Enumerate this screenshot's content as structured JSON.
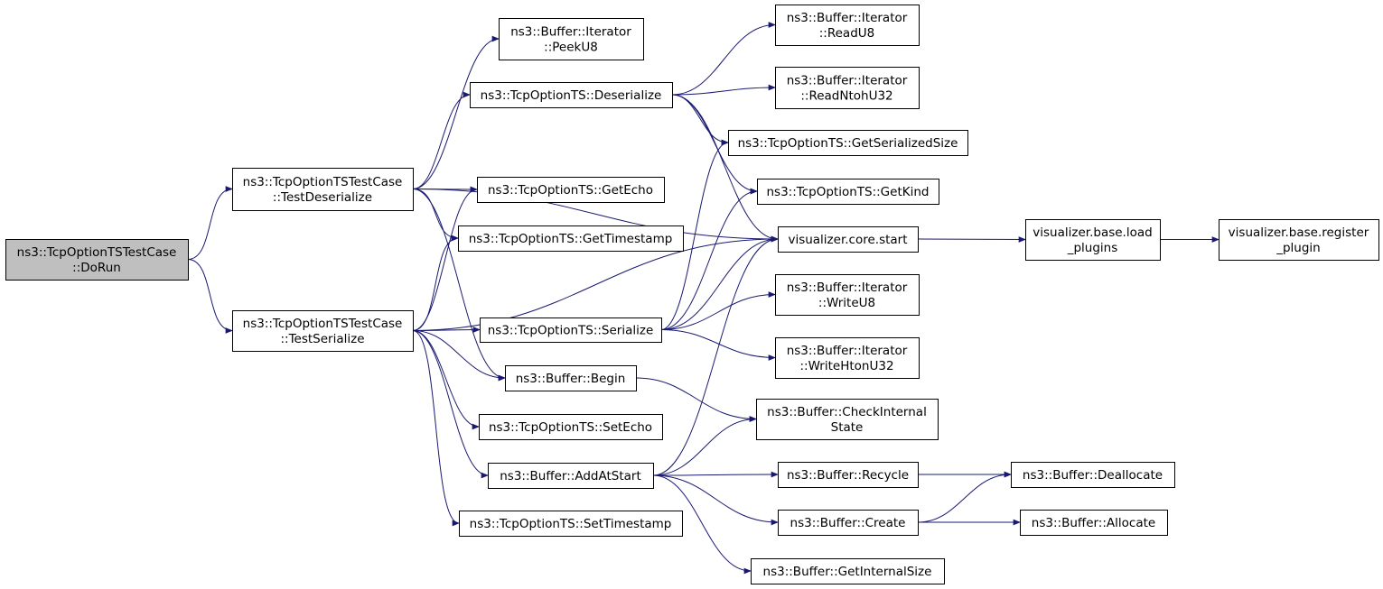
{
  "colors": {
    "edge": "#191970",
    "node_fill": "#ffffff",
    "node_root_fill": "#bfbfbf",
    "node_border": "#000000"
  },
  "nodes": {
    "doRun": {
      "lines": [
        "ns3::TcpOptionTSTestCase",
        "::DoRun"
      ],
      "root": true
    },
    "testDeserialize": {
      "lines": [
        "ns3::TcpOptionTSTestCase",
        "::TestDeserialize"
      ]
    },
    "testSerialize": {
      "lines": [
        "ns3::TcpOptionTSTestCase",
        "::TestSerialize"
      ]
    },
    "peekU8": {
      "lines": [
        "ns3::Buffer::Iterator",
        "::PeekU8"
      ]
    },
    "deserialize": {
      "lines": [
        "ns3::TcpOptionTS::Deserialize"
      ]
    },
    "getEcho": {
      "lines": [
        "ns3::TcpOptionTS::GetEcho"
      ]
    },
    "getTimestamp": {
      "lines": [
        "ns3::TcpOptionTS::GetTimestamp"
      ]
    },
    "serialize": {
      "lines": [
        "ns3::TcpOptionTS::Serialize"
      ]
    },
    "begin": {
      "lines": [
        "ns3::Buffer::Begin"
      ]
    },
    "setEcho": {
      "lines": [
        "ns3::TcpOptionTS::SetEcho"
      ]
    },
    "addAtStart": {
      "lines": [
        "ns3::Buffer::AddAtStart"
      ]
    },
    "setTimestamp": {
      "lines": [
        "ns3::TcpOptionTS::SetTimestamp"
      ]
    },
    "readU8": {
      "lines": [
        "ns3::Buffer::Iterator",
        "::ReadU8"
      ]
    },
    "readNtohU32": {
      "lines": [
        "ns3::Buffer::Iterator",
        "::ReadNtohU32"
      ]
    },
    "getSerializedSize": {
      "lines": [
        "ns3::TcpOptionTS::GetSerializedSize"
      ]
    },
    "getKind": {
      "lines": [
        "ns3::TcpOptionTS::GetKind"
      ]
    },
    "vizStart": {
      "lines": [
        "visualizer.core.start"
      ]
    },
    "writeU8": {
      "lines": [
        "ns3::Buffer::Iterator",
        "::WriteU8"
      ]
    },
    "writeHtonU32": {
      "lines": [
        "ns3::Buffer::Iterator",
        "::WriteHtonU32"
      ]
    },
    "checkInternalState": {
      "lines": [
        "ns3::Buffer::CheckInternal",
        "State"
      ]
    },
    "recycle": {
      "lines": [
        "ns3::Buffer::Recycle"
      ]
    },
    "create": {
      "lines": [
        "ns3::Buffer::Create"
      ]
    },
    "getInternalSize": {
      "lines": [
        "ns3::Buffer::GetInternalSize"
      ]
    },
    "loadPlugins": {
      "lines": [
        "visualizer.base.load",
        "_plugins"
      ]
    },
    "registerPlugin": {
      "lines": [
        "visualizer.base.register",
        "_plugin"
      ]
    },
    "deallocate": {
      "lines": [
        "ns3::Buffer::Deallocate"
      ]
    },
    "allocate": {
      "lines": [
        "ns3::Buffer::Allocate"
      ]
    }
  },
  "edges": [
    {
      "from": "doRun",
      "to": "testDeserialize"
    },
    {
      "from": "doRun",
      "to": "testSerialize"
    },
    {
      "from": "testDeserialize",
      "to": "peekU8"
    },
    {
      "from": "testDeserialize",
      "to": "deserialize"
    },
    {
      "from": "testDeserialize",
      "to": "getEcho"
    },
    {
      "from": "testDeserialize",
      "to": "getTimestamp"
    },
    {
      "from": "testDeserialize",
      "to": "vizStart"
    },
    {
      "from": "testDeserialize",
      "to": "begin"
    },
    {
      "from": "testSerialize",
      "to": "getEcho"
    },
    {
      "from": "testSerialize",
      "to": "getTimestamp"
    },
    {
      "from": "testSerialize",
      "to": "serialize"
    },
    {
      "from": "testSerialize",
      "to": "begin"
    },
    {
      "from": "testSerialize",
      "to": "setEcho"
    },
    {
      "from": "testSerialize",
      "to": "addAtStart"
    },
    {
      "from": "testSerialize",
      "to": "setTimestamp"
    },
    {
      "from": "testSerialize",
      "to": "vizStart"
    },
    {
      "from": "deserialize",
      "to": "readU8"
    },
    {
      "from": "deserialize",
      "to": "readNtohU32"
    },
    {
      "from": "deserialize",
      "to": "getSerializedSize"
    },
    {
      "from": "deserialize",
      "to": "getKind"
    },
    {
      "from": "deserialize",
      "to": "vizStart"
    },
    {
      "from": "serialize",
      "to": "getSerializedSize"
    },
    {
      "from": "serialize",
      "to": "getKind"
    },
    {
      "from": "serialize",
      "to": "vizStart"
    },
    {
      "from": "serialize",
      "to": "writeU8"
    },
    {
      "from": "serialize",
      "to": "writeHtonU32"
    },
    {
      "from": "begin",
      "to": "checkInternalState"
    },
    {
      "from": "addAtStart",
      "to": "checkInternalState"
    },
    {
      "from": "addAtStart",
      "to": "vizStart"
    },
    {
      "from": "addAtStart",
      "to": "recycle"
    },
    {
      "from": "addAtStart",
      "to": "create"
    },
    {
      "from": "addAtStart",
      "to": "getInternalSize"
    },
    {
      "from": "vizStart",
      "to": "loadPlugins"
    },
    {
      "from": "loadPlugins",
      "to": "registerPlugin"
    },
    {
      "from": "recycle",
      "to": "deallocate"
    },
    {
      "from": "create",
      "to": "deallocate"
    },
    {
      "from": "create",
      "to": "allocate"
    }
  ]
}
